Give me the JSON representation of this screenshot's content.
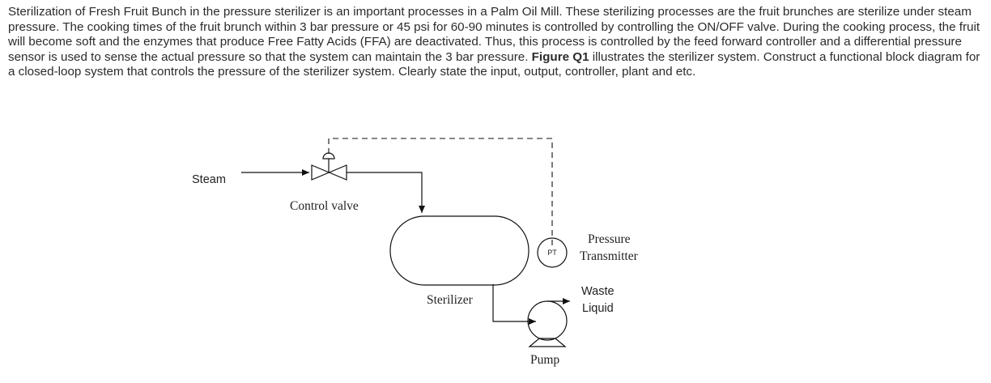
{
  "question": {
    "part1": "Sterilization of Fresh Fruit Bunch in the pressure sterilizer is an important processes in a Palm Oil Mill. These sterilizing processes are the fruit brunches are sterilize under steam pressure. The cooking times of the fruit brunch within 3 bar pressure or 45 psi for 60-90 minutes is controlled by controlling the ON/OFF valve. During the cooking process, the fruit will become soft and the enzymes that produce Free Fatty Acids (FFA) are deactivated. Thus, this process is controlled by the feed forward controller and a differential pressure sensor is used to sense the actual pressure so that the system can maintain the 3 bar pressure. ",
    "figure_ref": "Figure Q1",
    "part2": " illustrates the sterilizer system. Construct a functional block diagram for a closed-loop system that controls the pressure of the sterilizer system. Clearly state the input, output, controller, plant and etc."
  },
  "diagram": {
    "steam": "Steam",
    "control_valve": "Control valve",
    "pt_tag": "PT",
    "pressure_line1": "Pressure",
    "pressure_line2": "Transmitter",
    "sterilizer": "Sterilizer",
    "waste_line1": "Waste",
    "waste_line2": "Liquid",
    "pump": "Pump"
  }
}
